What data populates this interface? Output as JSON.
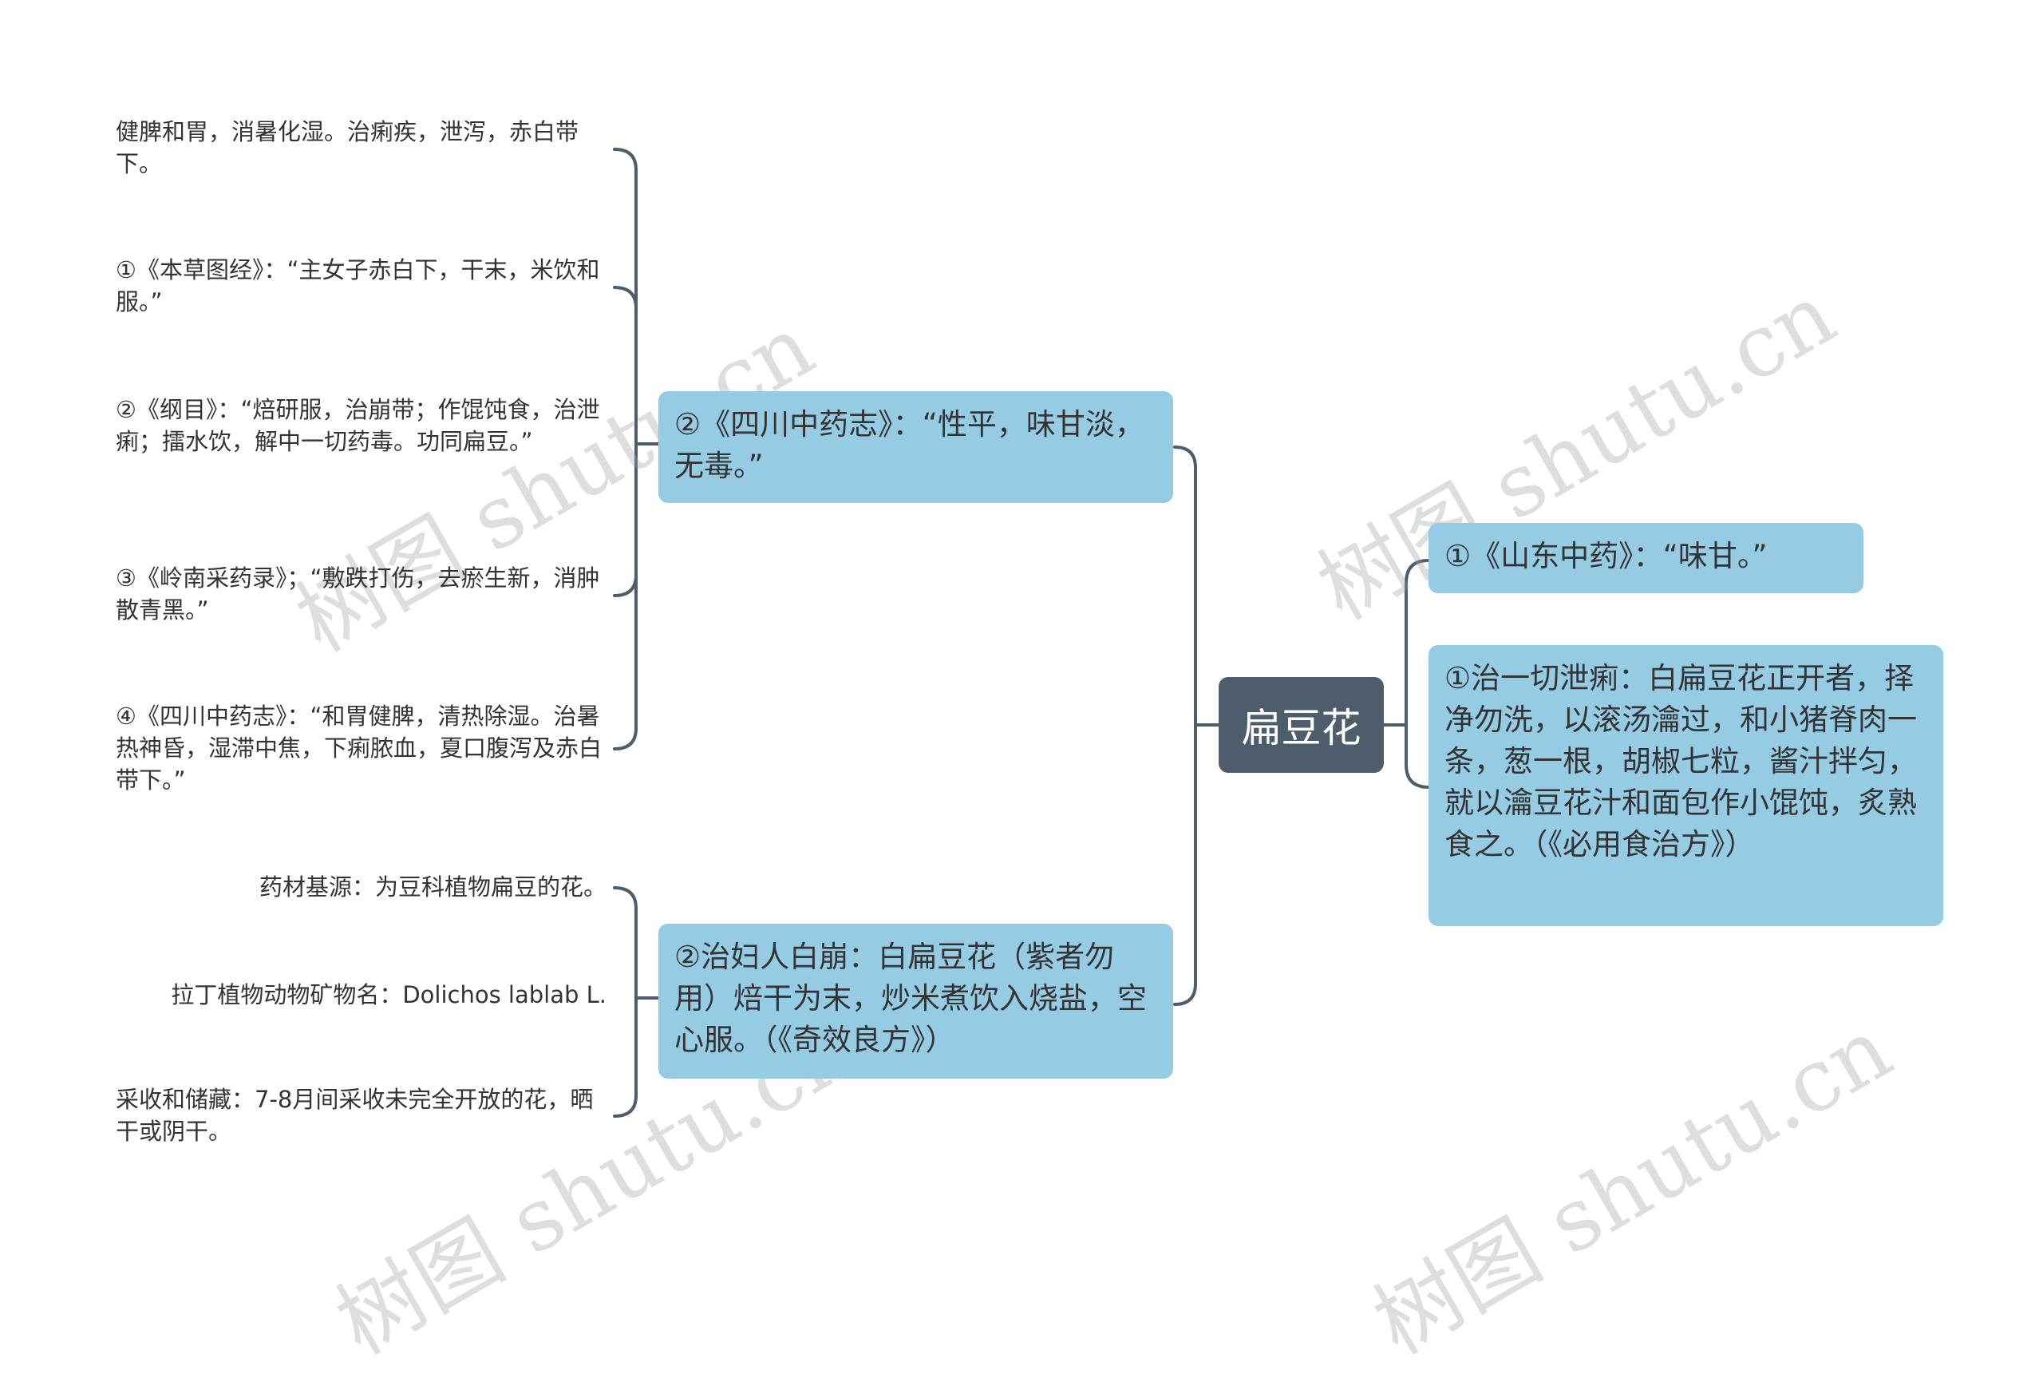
{
  "root": {
    "label": "扁豆花"
  },
  "left_branches": [
    {
      "label": "②《四川中药志》：“性平，味甘淡，无毒。”",
      "children": [
        "健脾和胃，消暑化湿。治痢疾，泄泻，赤白带下。",
        "①《本草图经》：“主女子赤白下，干末，米饮和服。”",
        "②《纲目》：“焙研服，治崩带；作馄饨食，治泄痢；擂水饮，解中一切药毒。功同扁豆。”",
        "③《岭南采药录》；“敷跌打伤，去瘀生新，消肿散青黑。”",
        "④《四川中药志》：“和胃健脾，清热除湿。治暑热神昏，湿滞中焦，下痢脓血，夏口腹泻及赤白带下。”"
      ]
    },
    {
      "label": "②治妇人白崩：白扁豆花（紫者勿用）焙干为末，炒米煮饮入烧盐，空心服。（《奇效良方》）",
      "children": [
        "药材基源：为豆科植物扁豆的花。",
        "拉丁植物动物矿物名：Dolichos lablab L.",
        "采收和储藏：7-8月间采收未完全开放的花，晒干或阴干。"
      ]
    }
  ],
  "right_branches": [
    {
      "label": "①《山东中药》：“味甘。”"
    },
    {
      "label": "①治一切泄痢：白扁豆花正开者，择净勿洗，以滚汤瀹过，和小猪脊肉一条，葱一根，胡椒七粒，酱汁拌匀，就以瀹豆花汁和面包作小馄饨，炙熟食之。（《必用食治方》）"
    }
  ],
  "watermark": "树图 shutu.cn",
  "colors": {
    "root": "#4d5d6c",
    "branch": "#96cbe4",
    "line": "#4d5d6c",
    "text": "#333333"
  }
}
